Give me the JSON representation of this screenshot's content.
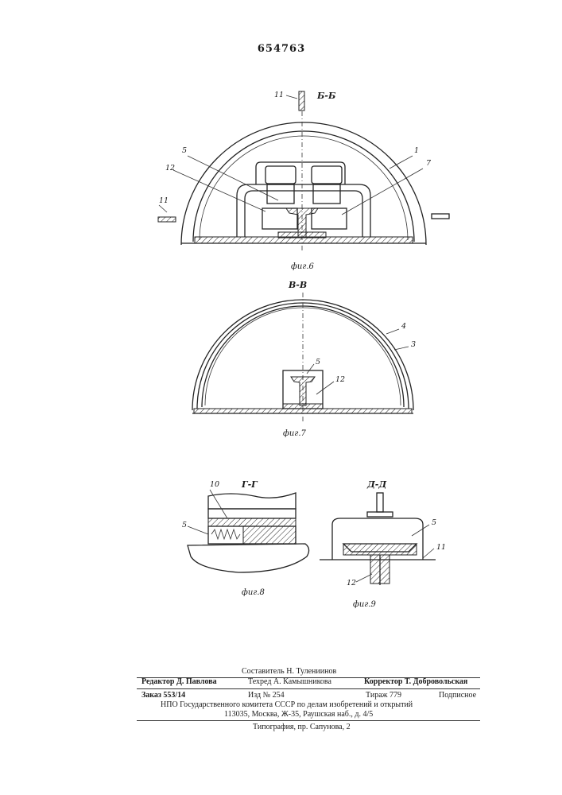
{
  "patent_number": "654763",
  "fig6": {
    "section": "Б-Б",
    "caption": "фиг.6",
    "labels": [
      "11",
      "5",
      "12",
      "11",
      "1",
      "7"
    ]
  },
  "fig7": {
    "section": "В-В",
    "caption": "фиг.7",
    "labels": [
      "4",
      "3",
      "5",
      "12"
    ]
  },
  "fig8": {
    "section": "Г-Г",
    "caption": "фиг.8",
    "labels": [
      "10",
      "5"
    ]
  },
  "fig9": {
    "section": "Д-Д",
    "caption": "фиг.9",
    "labels": [
      "5",
      "11",
      "12"
    ]
  },
  "footer": {
    "compiler": "Составитель Н. Тулениинов",
    "editor": "Редактор Д. Павлова",
    "techred": "Техред А. Камышникова",
    "corrector": "Корректор Т. Добровольская",
    "order": "Заказ 553/14",
    "izd": "Изд № 254",
    "tirazh": "Тираж 779",
    "podpisnoe": "Подписное",
    "org": "НПО Государственного комитета СССР по делам изобретений и открытий",
    "address": "113035, Москва, Ж-35, Раушская наб., д. 4/5",
    "printer": "Типография, пр. Сапунова, 2"
  }
}
